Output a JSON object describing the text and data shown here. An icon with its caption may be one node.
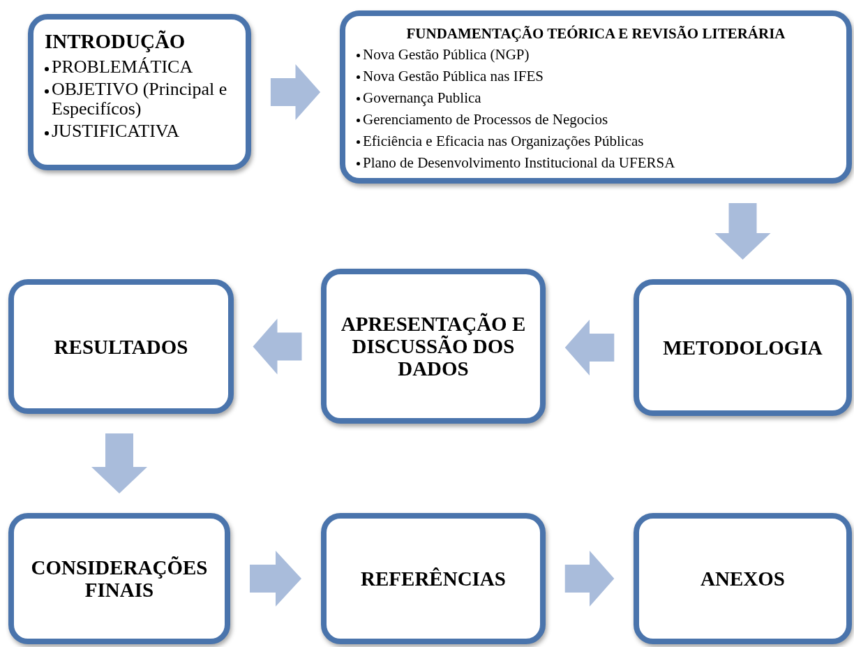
{
  "diagram": {
    "nodes": [
      {
        "text": [
          "INTRODUÇÃO",
          "PROBLEMÁTICA",
          "OBJETIVO (Principal e Especifícos)",
          "JUSTIFICATIVA"
        ]
      },
      {
        "text": [
          "FUNDAMENTAÇÃO TEÓRICA E REVISÃO LITERÁRIA",
          "Nova Gestão Pública  (NGP)",
          "Nova Gestão Pública nas IFES",
          "Governança Publica",
          "Gerenciamento de Processos de Negocios",
          "Eficiência e Eficacia nas Organizações Públicas",
          "Plano de Desenvolvimento Institucional da UFERSA"
        ]
      },
      {
        "text": [
          "METODOLOGIA"
        ]
      },
      {
        "text": [
          "APRESENTAÇÃO E DISCUSSÃO DOS DADOS"
        ]
      },
      {
        "text": [
          "RESULTADOS"
        ]
      },
      {
        "text": [
          "CONSIDERAÇÕES FINAIS"
        ]
      },
      {
        "text": [
          "REFERÊNCIAS"
        ]
      },
      {
        "text": [
          "ANEXOS"
        ]
      }
    ],
    "edges": [
      {
        "from": 0,
        "to": 1,
        "arrow": "to"
      },
      {
        "from": 1,
        "to": 2,
        "arrow": "to"
      },
      {
        "from": 2,
        "to": 3,
        "arrow": "to"
      },
      {
        "from": 3,
        "to": 4,
        "arrow": "to"
      },
      {
        "from": 4,
        "to": 5,
        "arrow": "to"
      },
      {
        "from": 5,
        "to": 6,
        "arrow": "to"
      },
      {
        "from": 6,
        "to": 7,
        "arrow": "to"
      }
    ]
  }
}
